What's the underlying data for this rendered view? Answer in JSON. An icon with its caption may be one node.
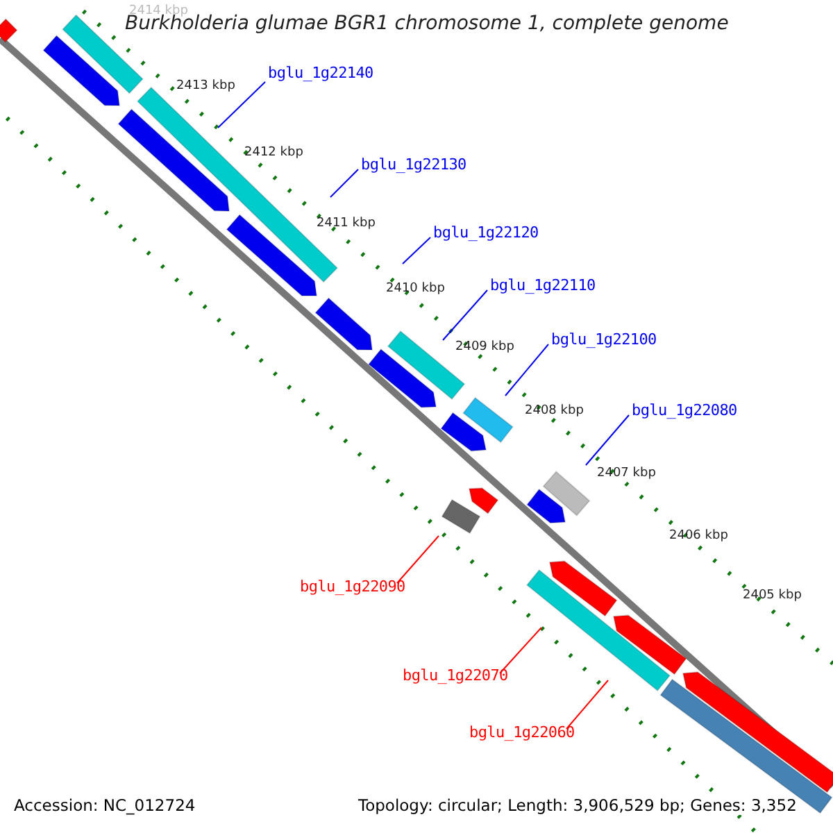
{
  "diagram": {
    "title": "Burkholderia glumae BGR1 chromosome 1, complete genome",
    "nodes": [
      {
        "text": [
          "bglu_1g22140"
        ]
      },
      {
        "text": [
          "bglu_1g22130"
        ]
      },
      {
        "text": [
          "bglu_1g22120"
        ]
      },
      {
        "text": [
          "bglu_1g22110"
        ]
      },
      {
        "text": [
          "bglu_1g22100"
        ]
      },
      {
        "text": [
          "bglu_1g22080"
        ]
      },
      {
        "text": [
          "bglu_1g22090"
        ]
      },
      {
        "text": [
          "bglu_1g22070"
        ]
      },
      {
        "text": [
          "bglu_1g22060"
        ]
      }
    ],
    "edges": [
      {
        "from": 0,
        "to": null,
        "arrow": "none"
      },
      {
        "from": 1,
        "to": null,
        "arrow": "none"
      },
      {
        "from": 2,
        "to": null,
        "arrow": "none"
      },
      {
        "from": 3,
        "to": null,
        "arrow": "none"
      },
      {
        "from": 4,
        "to": null,
        "arrow": "none"
      },
      {
        "from": 5,
        "to": null,
        "arrow": "none"
      },
      {
        "from": 6,
        "to": null,
        "arrow": "none",
        "color": "#ff0000"
      },
      {
        "from": 7,
        "to": null,
        "arrow": "none",
        "color": "#ff0000"
      },
      {
        "from": 8,
        "to": null,
        "arrow": "none",
        "color": "#ff0000"
      }
    ],
    "labels": [
      "2414 kbp",
      "2413 kbp",
      "2412 kbp",
      "2411 kbp",
      "2410 kbp",
      "2409 kbp",
      "2408 kbp",
      "2407 kbp",
      "2406 kbp",
      "2405 kbp",
      "Accession: NC_012724",
      "Topology: circular; Length: 3,906,529 bp; Genes: 3,352"
    ]
  }
}
